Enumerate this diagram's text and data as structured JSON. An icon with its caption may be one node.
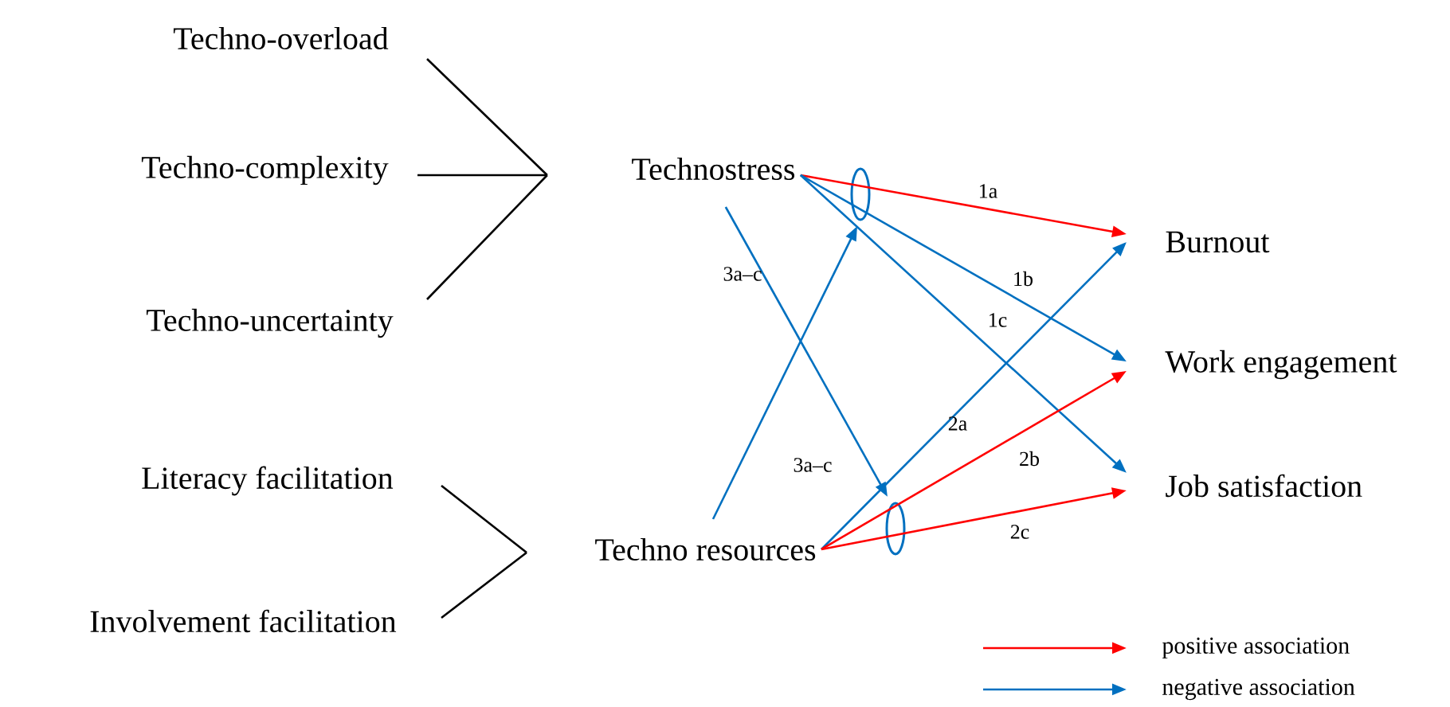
{
  "diagram": {
    "nodes": [
      {
        "text": [
          "Techno-overload"
        ]
      },
      {
        "text": [
          "Techno-complexity"
        ]
      },
      {
        "text": [
          "Techno-uncertainty"
        ]
      },
      {
        "text": [
          "Technostress"
        ]
      },
      {
        "text": [
          "Literacy facilitation"
        ]
      },
      {
        "text": [
          "Involvement facilitation"
        ]
      },
      {
        "text": [
          "Techno resources"
        ]
      },
      {
        "text": [
          "Burnout"
        ]
      },
      {
        "text": [
          "Work engagement"
        ]
      },
      {
        "text": [
          "Job satisfaction"
        ]
      },
      {
        "text": [],
        "shape": "ellipse"
      },
      {
        "text": [],
        "shape": "ellipse"
      }
    ],
    "edges": [
      {
        "from": 0,
        "to": 3,
        "arrow": "none"
      },
      {
        "from": 1,
        "to": 3,
        "arrow": "none"
      },
      {
        "from": 2,
        "to": 3,
        "arrow": "none"
      },
      {
        "from": 4,
        "to": 6,
        "arrow": "none"
      },
      {
        "from": 5,
        "to": 6,
        "arrow": "none"
      },
      {
        "from": 3,
        "to": 7,
        "arrow": "to",
        "label": "1a",
        "color": "#ff0000"
      },
      {
        "from": 3,
        "to": 8,
        "arrow": "to",
        "label": "1b",
        "color": "#0070c0"
      },
      {
        "from": 3,
        "to": 9,
        "arrow": "to",
        "label": "1c",
        "color": "#0070c0"
      },
      {
        "from": 6,
        "to": 7,
        "arrow": "to",
        "label": "2a",
        "color": "#0070c0"
      },
      {
        "from": 6,
        "to": 8,
        "arrow": "to",
        "label": "2b",
        "color": "#ff0000"
      },
      {
        "from": 6,
        "to": 9,
        "arrow": "to",
        "label": "2c",
        "color": "#ff0000"
      },
      {
        "from": 3,
        "to": 11,
        "arrow": "to",
        "label": "3a–c",
        "color": "#0070c0"
      },
      {
        "from": 6,
        "to": 10,
        "arrow": "to",
        "label": "3a–c",
        "color": "#0070c0"
      }
    ],
    "legend": [
      {
        "text": "positive association"
      },
      {
        "text": "negative association"
      }
    ]
  }
}
